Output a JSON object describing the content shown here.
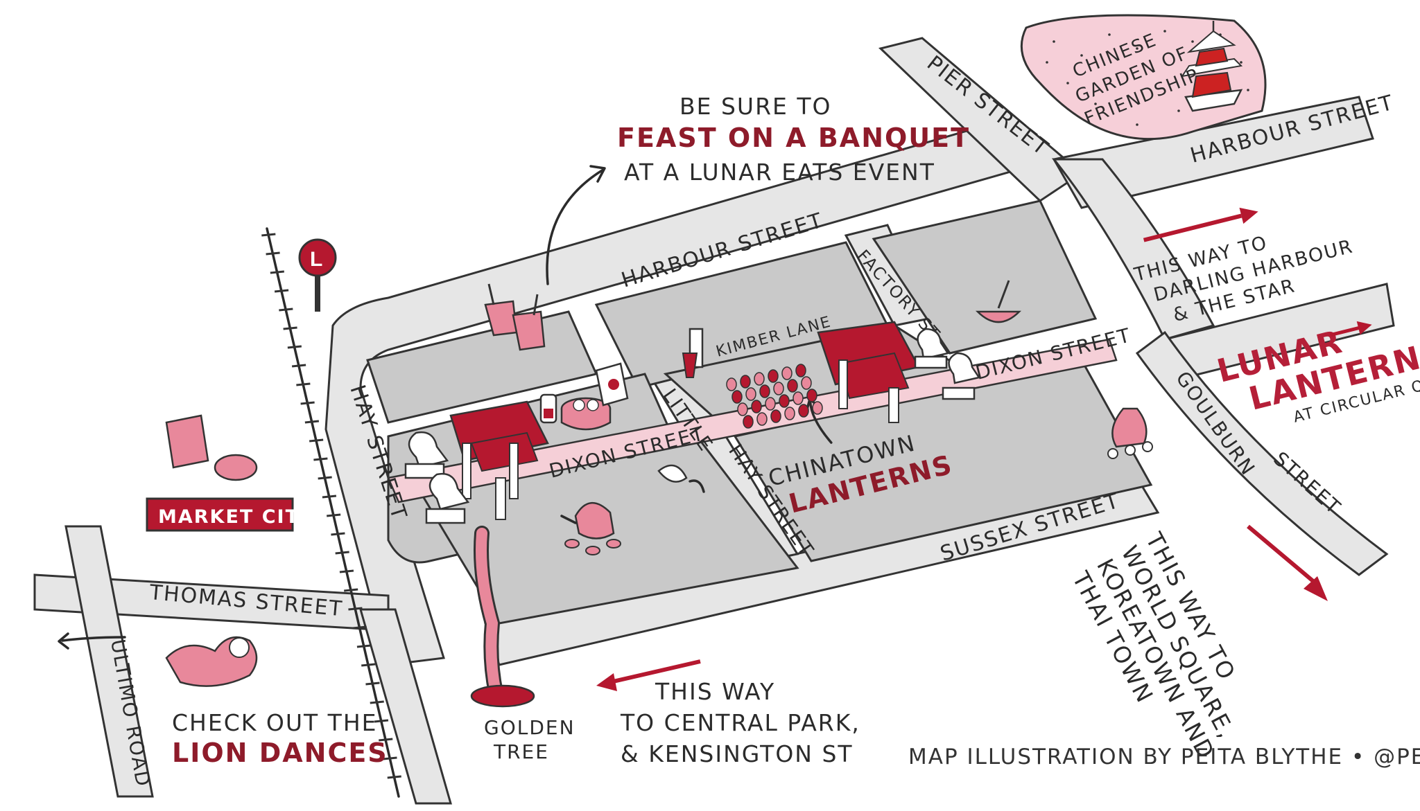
{
  "streets": {
    "pier": "PIER STREET",
    "harbour_top": "HARBOUR STREET",
    "harbour": "HARBOUR STREET",
    "factory": "FACTORY ST",
    "kimber": "KIMBER LANE",
    "dixon_right": "DIXON STREET",
    "dixon_left": "DIXON STREET",
    "hay": "HAY STREET",
    "little": "LITTLE",
    "little_hay": "HAY STREET",
    "goulburn": "GOULBURN",
    "goulburn_street": "STREET",
    "sussex": "SUSSEX STREET",
    "thomas": "THOMAS STREET",
    "ultimo": "ULTIMO ROAD"
  },
  "garden": {
    "line1": "CHINESE",
    "line2": "GARDEN OF",
    "line3": "FRIENDSHIP"
  },
  "banquet": {
    "line1": "BE SURE TO",
    "highlight": "FEAST ON A BANQUET",
    "line3": "AT A LUNAR EATS EVENT"
  },
  "darling": {
    "line1": "THIS WAY TO",
    "line2": "DARLING HARBOUR",
    "line3": "& THE STAR"
  },
  "lunar": {
    "line1": "LUNAR",
    "line2": "LANTERNS",
    "line3": "AT CIRCULAR QUAY"
  },
  "chinatown": {
    "line1": "CHINATOWN",
    "line2": "LANTERNS"
  },
  "market_city": "MARKET CITY",
  "light_rail": "L",
  "world_square": {
    "line1": "THIS WAY TO",
    "line2": "WORLD SQUARE,",
    "line3": "KOREATOWN AND",
    "line4": "THAI TOWN"
  },
  "central_park": {
    "line1": "THIS WAY",
    "line2": "TO CENTRAL PARK,",
    "line3": "& KENSINGTON ST"
  },
  "golden_tree": {
    "line1": "GOLDEN",
    "line2": "TREE"
  },
  "lion_dances": {
    "line1": "CHECK OUT THE",
    "line2": "LION DANCES"
  },
  "credit": "MAP ILLUSTRATION BY PEITA BLYTHE • @PEITABLYTHE",
  "colors": {
    "accent": "#b5182f",
    "dark_red": "#8e1b2a",
    "pink": "#f5cfd7",
    "road": "#e6e6e6",
    "block": "#c9c9c9"
  }
}
